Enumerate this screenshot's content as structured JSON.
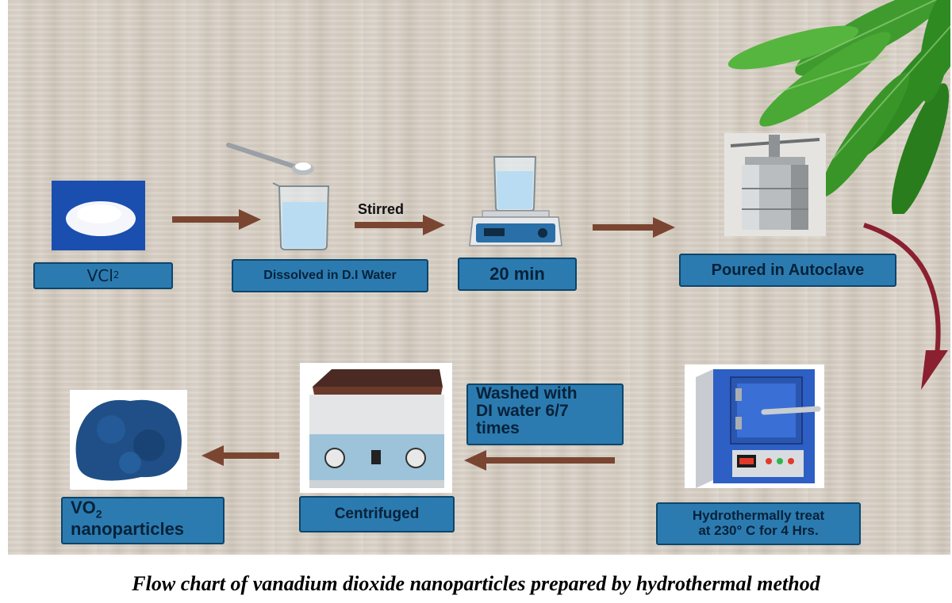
{
  "steps": {
    "vcl": {
      "main": "VCl",
      "sub": "2"
    },
    "dissolve": "Dissolved in D.I Water",
    "stirred": "Stirred",
    "time": "20 min",
    "autoclave": "Poured in Autoclave",
    "hydro": {
      "line1": "Hydrothermally treat",
      "line2": "at 230° C for 4 Hrs."
    },
    "washed": {
      "line1": "Washed with",
      "line2": "DI water 6/7",
      "line3": "times"
    },
    "centrifuged": "Centrifuged",
    "vo2": {
      "line1a": "VO",
      "line1sub": "2",
      "line2": "nanoparticles"
    }
  },
  "caption": "Flow chart of vanadium dioxide nanoparticles prepared by hydrothermal method",
  "colors": {
    "label_fill": "#2c7bb0",
    "label_border": "#0e4569",
    "arrow": "#7a4632",
    "curve": "#8a2030"
  }
}
